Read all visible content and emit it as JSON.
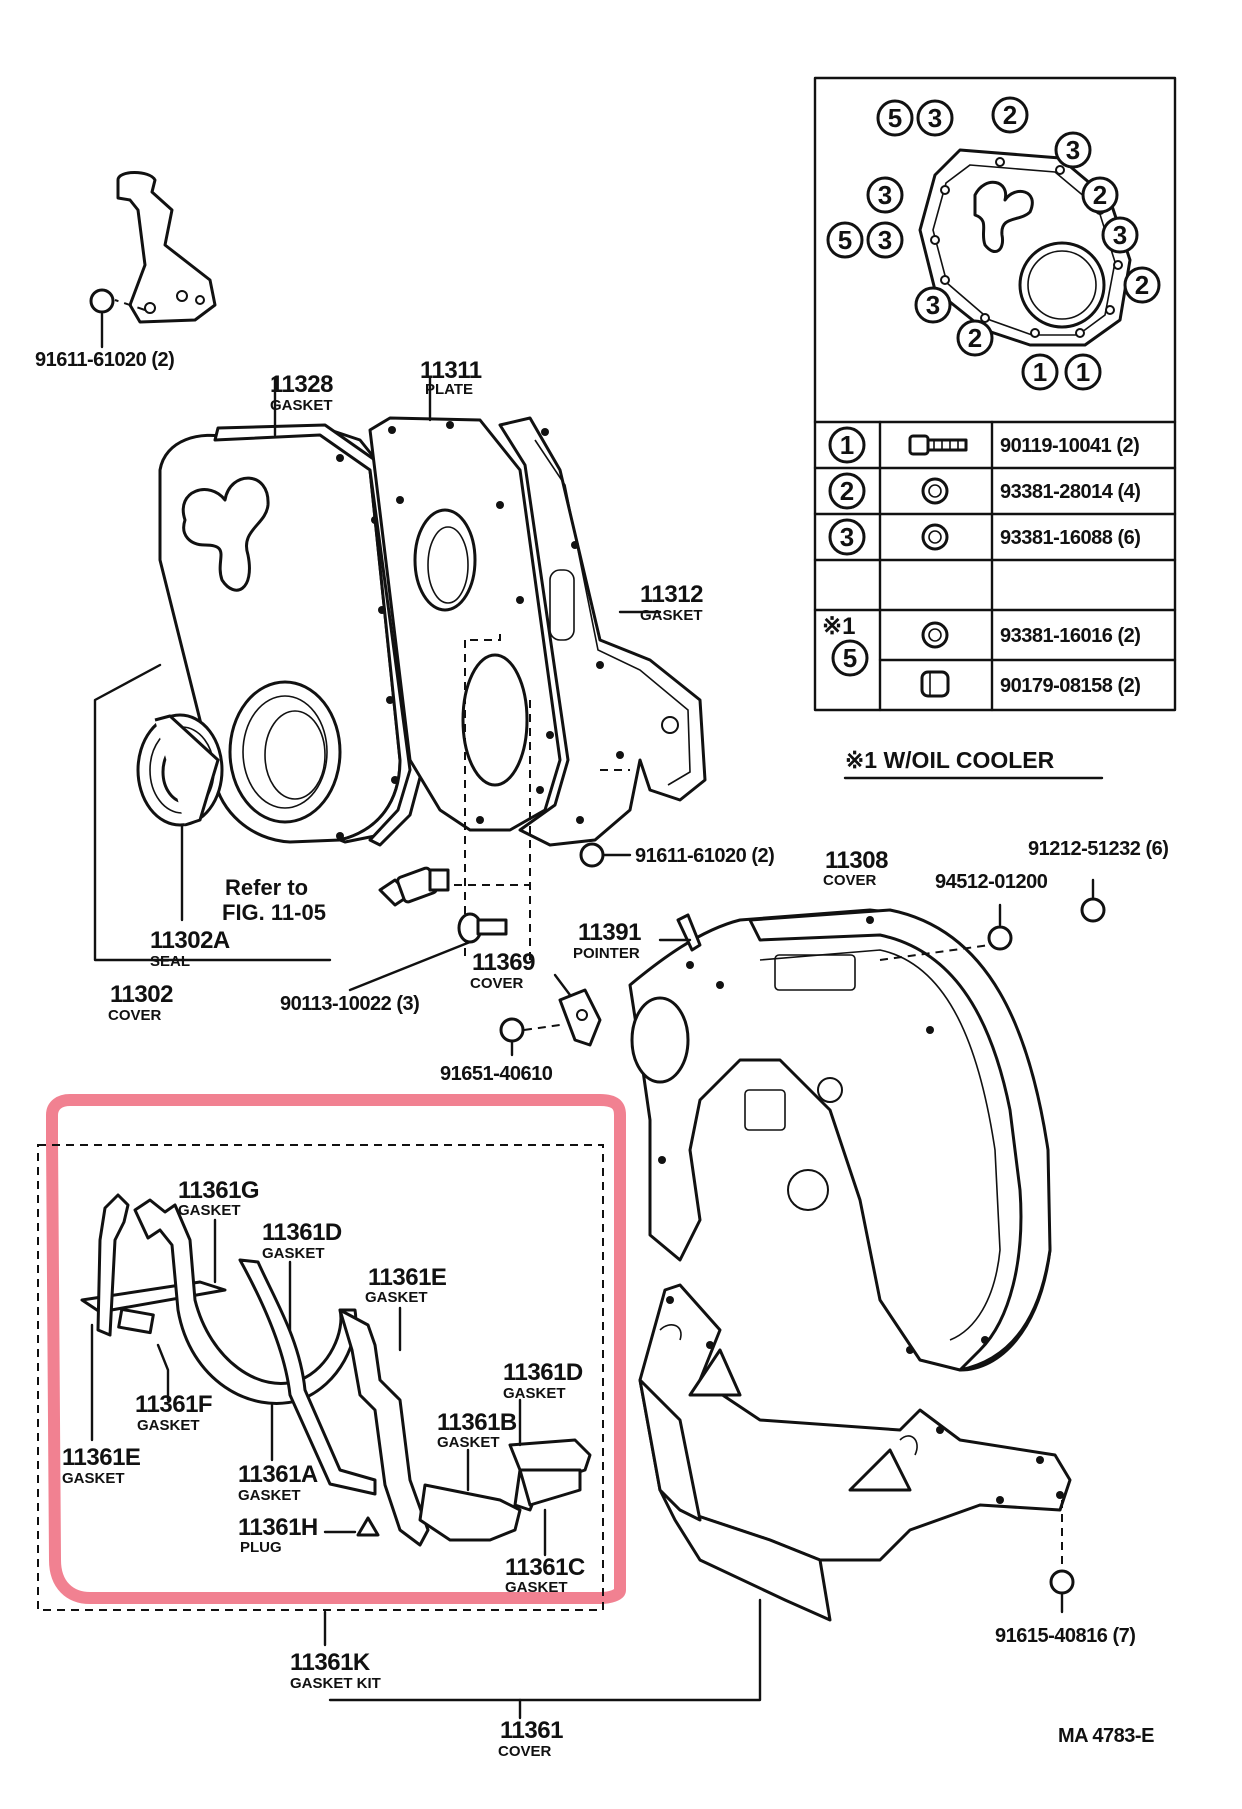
{
  "callouts": {
    "bracket_bolt": "91611-61020 (2)",
    "gasket_11328_num": "11328",
    "gasket_11328_sub": "GASKET",
    "plate_11311_num": "11311",
    "plate_11311_sub": "PLATE",
    "gasket_11312_num": "11312",
    "gasket_11312_sub": "GASKET",
    "bolt_91611": "91611-61020 (2)",
    "refer_line1": "Refer to",
    "refer_line2": "FIG. 11-05",
    "seal_num": "11302A",
    "seal_sub": "SEAL",
    "cover_11302_num": "11302",
    "cover_11302_sub": "COVER",
    "bolt_90113": "90113-10022 (3)",
    "pointer_num": "11391",
    "pointer_sub": "POINTER",
    "cover_11369_num": "11369",
    "cover_11369_sub": "COVER",
    "bolt_91651": "91651-40610",
    "cover_11308_num": "11308",
    "cover_11308_sub": "COVER",
    "washer_94512": "94512-01200",
    "bolt_91212": "91212-51232 (6)",
    "gasket_11361G_num": "11361G",
    "gasket_11361G_sub": "GASKET",
    "gasket_11361D_num": "11361D",
    "gasket_11361D_sub": "GASKET",
    "gasket_11361E_num": "11361E",
    "gasket_11361E_sub": "GASKET",
    "gasket_11361F_num": "11361F",
    "gasket_11361F_sub": "GASKET",
    "gasket_11361E2_num": "11361E",
    "gasket_11361E2_sub": "GASKET",
    "gasket_11361A_num": "11361A",
    "gasket_11361A_sub": "GASKET",
    "plug_11361H_num": "11361H",
    "plug_11361H_sub": "PLUG",
    "gasket_11361D2_num": "11361D",
    "gasket_11361D2_sub": "GASKET",
    "gasket_11361B_num": "11361B",
    "gasket_11361B_sub": "GASKET",
    "gasket_11361C_num": "11361C",
    "gasket_11361C_sub": "GASKET",
    "bolt_91615": "91615-40816 (7)",
    "kit_num": "11361K",
    "kit_sub": "GASKET KIT",
    "cover_11361_num": "11361",
    "cover_11361_sub": "COVER",
    "figure_code": "MA  4783-E"
  },
  "bolt_table": {
    "rows": [
      {
        "key": "1",
        "part": "90119-10041 (2)"
      },
      {
        "key": "2",
        "part": "93381-28014 (4)"
      },
      {
        "key": "3",
        "part": "93381-16088 (6)"
      },
      {
        "key": "",
        "part": ""
      },
      {
        "key": "5",
        "part": "93381-16016 (2)"
      },
      {
        "key": "",
        "part": "90179-08158 (2)"
      }
    ],
    "star_mark": "※1",
    "note": "※1 W/OIL  COOLER"
  },
  "inset_markers": [
    "5",
    "3",
    "2",
    "3",
    "3",
    "2",
    "5",
    "3",
    "3",
    "3",
    "2",
    "2",
    "1",
    "1"
  ],
  "colors": {
    "highlight": "#ef6b7e",
    "ink": "#111111"
  }
}
